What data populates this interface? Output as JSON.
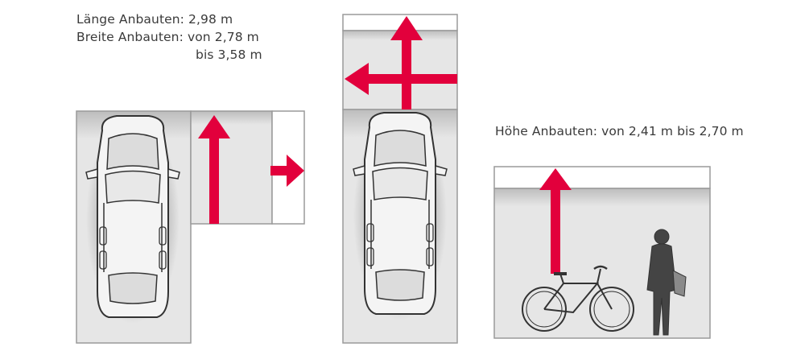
{
  "dimensions": {
    "length_label": "Länge Anbauten:",
    "length_value": "2,98 m",
    "width_label": "Breite Anbauten:",
    "width_value_line1": "von 2,78 m",
    "width_value_line2": "bis 3,58 m",
    "height_text": "Höhe Anbauten: von 2,41 m bis 2,70 m"
  },
  "colors": {
    "arrow": "#e2003c",
    "floor": "#e4e4e4",
    "outline": "#9a9a9a"
  }
}
